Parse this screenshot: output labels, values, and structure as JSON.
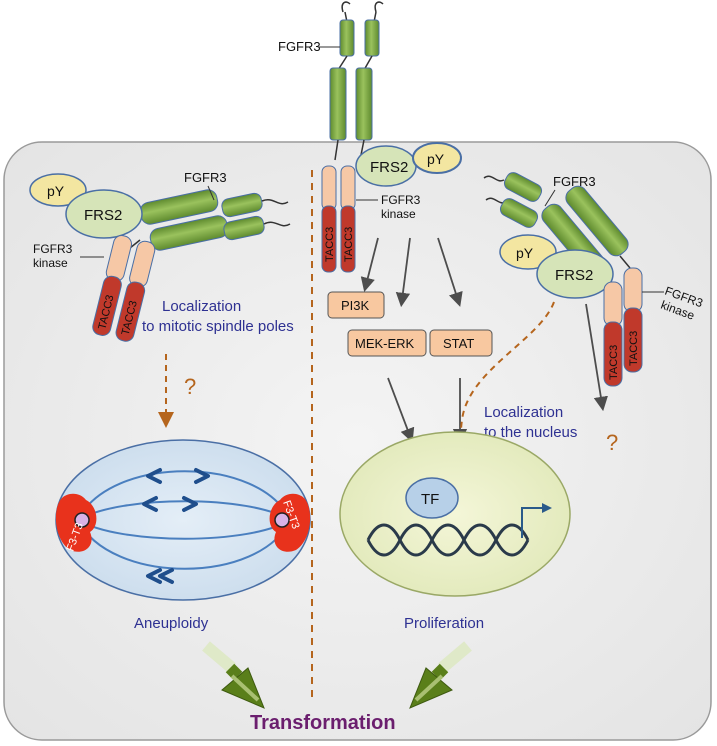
{
  "labels": {
    "fgfr3": "FGFR3",
    "frs2": "FRS2",
    "py": "pY",
    "tacc3": "TACC3",
    "fgfr3_kinase_line1": "FGFR3",
    "fgfr3_kinase_line2": "kinase",
    "fusion": "F3-T3"
  },
  "pathways": {
    "pi3k": "PI3K",
    "mek_erk": "MEK-ERK",
    "stat": "STAT"
  },
  "localization": {
    "spindle_line1": "Localization",
    "spindle_line2": "to mitotic spindle poles",
    "nucleus_line1": "Localization",
    "nucleus_line2": "to the nucleus"
  },
  "question_mark": "?",
  "nucleus_tf": "TF",
  "outcomes": {
    "aneuploidy": "Aneuploidy",
    "proliferation": "Proliferation",
    "transformation": "Transformation"
  },
  "colors": {
    "receptor_green": "#77a041",
    "receptor_outline": "#4a6fa5",
    "tacc_peach": "#f6c8a6",
    "tacc_red": "#c0392b",
    "frs2_fill": "#d6e4b8",
    "py_fill": "#f3e6a1",
    "pathway_box": "#f8c8a0",
    "label_blue": "#2e3192",
    "question_orange": "#b5651d",
    "transformation_purple": "#6b1e6e",
    "big_arrow_green": "#5a7f1a"
  }
}
